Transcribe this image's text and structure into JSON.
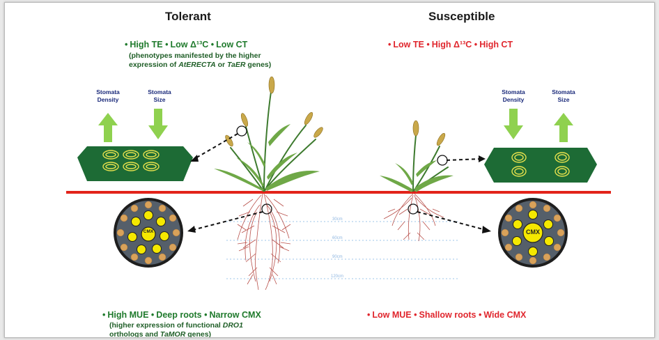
{
  "tolerant": {
    "heading": "Tolerant",
    "traits": [
      "High TE",
      "Low Δ¹³C",
      "Low CT"
    ],
    "traits_note_line1": "(phenotypes manifested by the higher",
    "traits_note_pre": "expression of ",
    "traits_note_gene1": "AtERECTA",
    "traits_note_mid": " or ",
    "traits_note_gene2": "TaER",
    "traits_note_post": " genes)",
    "stomata_density_label": [
      "Stomata",
      "Density"
    ],
    "stomata_size_label": [
      "Stomata",
      "Size"
    ],
    "root_traits": [
      "High MUE",
      "Deep roots",
      "Narrow CMX"
    ],
    "root_note_pre": "(higher expression of functional ",
    "root_note_gene1": "DRO1",
    "root_note_line2_pre": "orthologs and ",
    "root_note_gene2": "TaMOR",
    "root_note_post": " genes)",
    "cmx_label": "CMX"
  },
  "susceptible": {
    "heading": "Susceptible",
    "traits": [
      "Low TE",
      "High Δ¹³C",
      "High CT"
    ],
    "stomata_density_label": [
      "Stomata",
      "Density"
    ],
    "stomata_size_label": [
      "Stomata",
      "Size"
    ],
    "root_traits": [
      "Low MUE",
      "Shallow roots",
      "Wide CMX"
    ],
    "cmx_label": "CMX"
  },
  "depth_marks": [
    "30cm",
    "60cm",
    "90cm",
    "120cm"
  ],
  "colors": {
    "tolerant_text": "#1f7a2c",
    "susceptible_text": "#e0262d",
    "soil_line": "#e2231a",
    "arrow_green": "#8fd14f",
    "leaf_panel": "#1d6b35",
    "root_color": "#b8504a",
    "cross_section_fill": "#555f6a",
    "xylem_yellow": "#f5e800"
  }
}
